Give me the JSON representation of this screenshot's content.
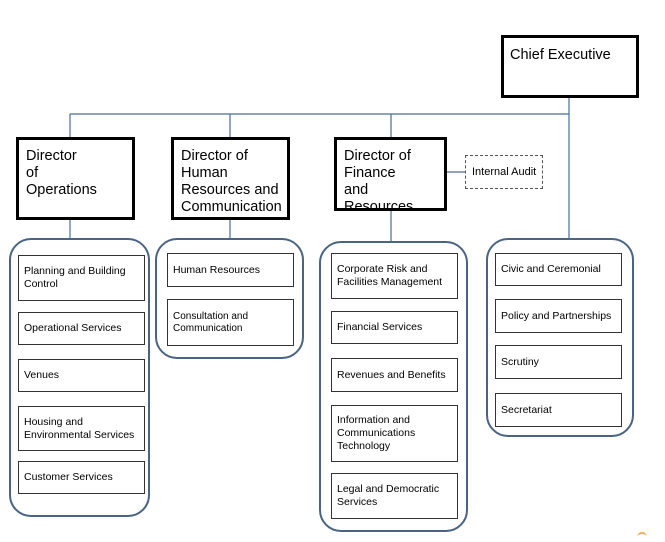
{
  "chief": {
    "label": "Chief Executive"
  },
  "directors": [
    {
      "id": "operations",
      "label": "Director of Operations"
    },
    {
      "id": "hr",
      "label": "Director of Human Resources and Communication"
    },
    {
      "id": "finance",
      "label": "Director of Finance and Resources"
    }
  ],
  "internal_audit": {
    "label": "Internal Audit"
  },
  "groups": [
    {
      "id": "operations",
      "items": [
        "Planning and Building Control",
        "Operational Services",
        "Venues",
        "Housing and Environmental Services",
        "Customer Services"
      ]
    },
    {
      "id": "hr",
      "items": [
        "Human Resources",
        "Consultation and Communication"
      ]
    },
    {
      "id": "finance",
      "items": [
        "Corporate Risk and Facilities Management",
        "Financial Services",
        "Revenues and Benefits",
        "Information and Communications Technology",
        "Legal and Democratic Services"
      ]
    },
    {
      "id": "chief",
      "items": [
        "Civic and Ceremonial",
        "Policy and Partnerships",
        "Scrutiny",
        "Secretariat"
      ]
    }
  ],
  "colors": {
    "connector": "#4a6c9a",
    "group_border": "#4a6484"
  }
}
